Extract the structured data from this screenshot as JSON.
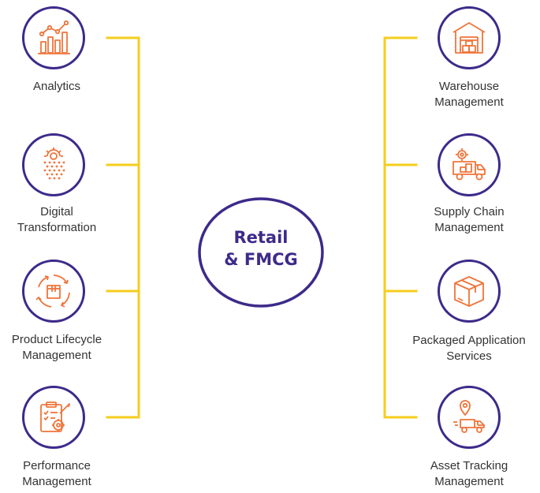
{
  "center": {
    "line1": "Retail",
    "line2": "& FMCG"
  },
  "colors": {
    "ring": "#3d2a8a",
    "connector": "#f5cd1e",
    "icon": "#f0743a",
    "text": "#333333"
  },
  "left_items": [
    {
      "icon": "analytics-icon",
      "line1": "Analytics",
      "line2": ""
    },
    {
      "icon": "digital-transformation-icon",
      "line1": "Digital",
      "line2": "Transformation"
    },
    {
      "icon": "product-lifecycle-icon",
      "line1": "Product Lifecycle",
      "line2": "Management"
    },
    {
      "icon": "performance-management-icon",
      "line1": "Performance",
      "line2": "Management"
    }
  ],
  "right_items": [
    {
      "icon": "warehouse-icon",
      "line1": "Warehouse",
      "line2": "Management"
    },
    {
      "icon": "supply-chain-truck-icon",
      "line1": "Supply Chain",
      "line2": "Management"
    },
    {
      "icon": "package-box-icon",
      "line1": "Packaged Application",
      "line2": "Services"
    },
    {
      "icon": "asset-tracking-icon",
      "line1": "Asset Tracking",
      "line2": "Management"
    }
  ]
}
